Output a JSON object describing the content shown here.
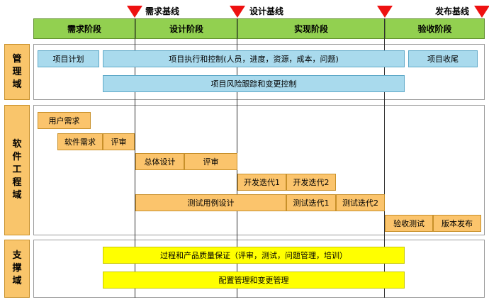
{
  "baselines": [
    "需求基线",
    "设计基线",
    "发布基线"
  ],
  "phases": [
    "需求阶段",
    "设计阶段",
    "实现阶段",
    "验收阶段"
  ],
  "domains": {
    "management": "管理域",
    "software": "软件工程域",
    "support": "支撑域"
  },
  "management": {
    "project_plan": "项目计划",
    "execution_control": "项目执行和控制(人员，进度，资源，成本，问题)",
    "closure": "项目收尾",
    "risk_tracking": "项目风险跟踪和变更控制"
  },
  "software": {
    "user_req": "用户需求",
    "software_req": "软件需求",
    "review1": "评审",
    "overall_design": "总体设计",
    "review2": "评审",
    "dev_iter1": "开发迭代1",
    "dev_iter2": "开发迭代2",
    "test_case_design": "测试用例设计",
    "test_iter1": "测试迭代1",
    "test_iter2": "测试迭代2",
    "acceptance_test": "验收测试",
    "release": "版本发布"
  },
  "support": {
    "quality_assurance": "过程和产品质量保证（评审，测试，问题管理，培训）",
    "config_mgmt": "配置管理和变更管理"
  },
  "colors": {
    "phase_green": "#92d050",
    "domain_orange": "#f9c56b",
    "management_blue": "#a9daed",
    "task_orange": "#fbc46c",
    "support_yellow": "#ffff00",
    "baseline_red": "#ee1111"
  }
}
